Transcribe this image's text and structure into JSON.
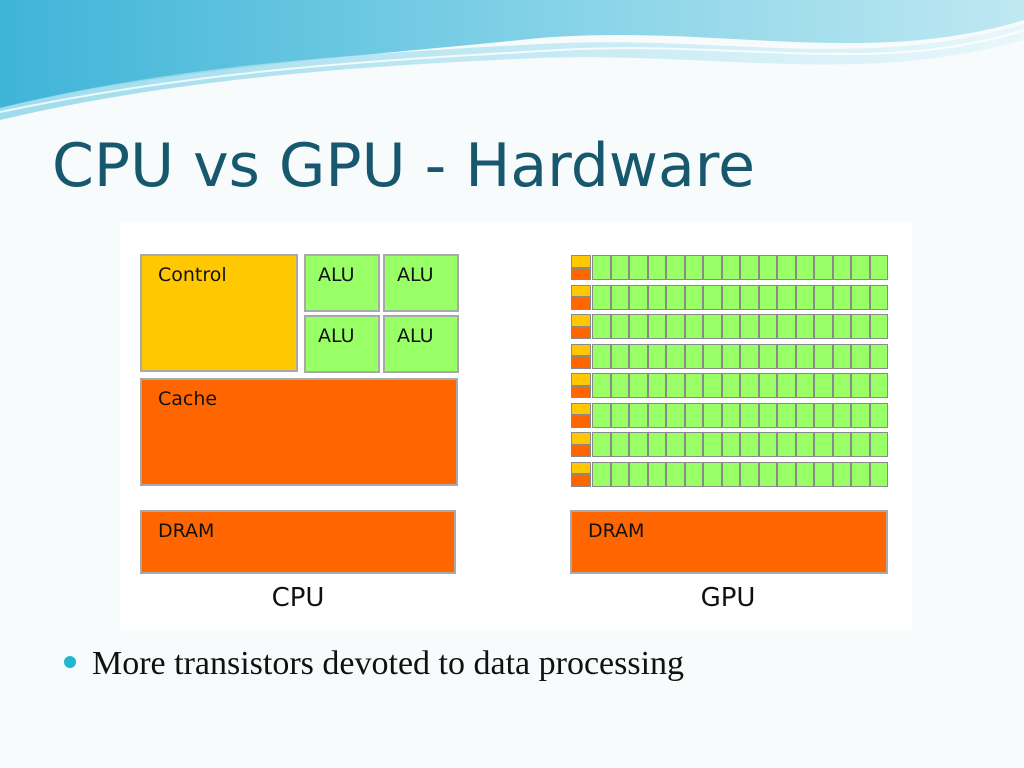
{
  "slide": {
    "title": "CPU vs GPU - Hardware",
    "bullets": [
      "More transistors devoted to data processing"
    ]
  },
  "diagram": {
    "cpu": {
      "caption": "CPU",
      "control_label": "Control",
      "alu_labels": [
        "ALU",
        "ALU",
        "ALU",
        "ALU"
      ],
      "cache_label": "Cache",
      "dram_label": "DRAM"
    },
    "gpu": {
      "caption": "GPU",
      "dram_label": "DRAM",
      "core_rows": 8,
      "alus_per_row": 16
    }
  },
  "colors": {
    "title": "#17586e",
    "control": "#ffc800",
    "alu": "#99ff66",
    "cache": "#ff6600",
    "dram": "#ff6600",
    "bullet_accent": "#1fb7cf"
  }
}
